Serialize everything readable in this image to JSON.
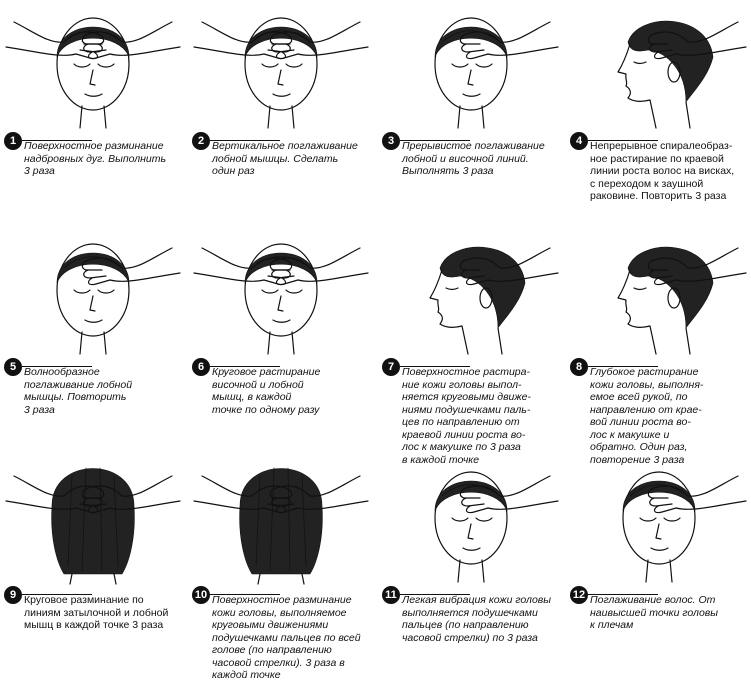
{
  "steps": [
    {
      "number": "1",
      "text": "Поверхностное разминание\nнадбровных дуг. Выполнить\n3 раза",
      "italic": true
    },
    {
      "number": "2",
      "text": "Вертикальное поглаживание\nлобной мышцы. Сделать\nодин раз",
      "italic": true
    },
    {
      "number": "3",
      "text": "Прерывистое поглаживание\nлобной и височной линий.\nВыполнять 3 раза",
      "italic": true
    },
    {
      "number": "4",
      "text": "Непрерывное спиралеобраз-\nное растирание по краевой\nлинии роста волос на висках,\nс переходом к заушной\nраковине. Повторить 3 раза",
      "italic": false
    },
    {
      "number": "5",
      "text": "Волнообразное\nпоглаживание лобной\nмышцы. Повторить\n3 раза",
      "italic": true
    },
    {
      "number": "6",
      "text": "Круговое растирание\nвисочной и лобной\nмышц, в каждой\nточке по одному разу",
      "italic": true
    },
    {
      "number": "7",
      "text": "Поверхностное растира-\nние кожи головы выпол-\nняется круговыми движе-\nниями подушечками паль-\nцев по направлению от\nкраевой линии роста во-\nлос к макушке по 3 раза\nв каждой точке",
      "italic": true
    },
    {
      "number": "8",
      "text": "Глубокое растирание\nкожи головы, выполня-\nемое всей рукой, по\nнаправлению от крае-\nвой линии роста во-\nлос к макушке и\nобратно. Один раз,\nповторение 3 раза",
      "italic": true
    },
    {
      "number": "9",
      "text": "Круговое разминание по\nлиниям затылочной и лобной\nмышц в каждой точке 3 раза",
      "italic": false
    },
    {
      "number": "10",
      "text": "Поверхностное разминание\nкожи головы, выполняемое\nкруговыми движениями\nподушечками пальцев по всей\nголове (по направлению\nчасовой стрелки). 3 раза в\nкаждой точке",
      "italic": true
    },
    {
      "number": "11",
      "text": "Легкая вибрация кожи головы\nвыполняется подушечками\nпальцев (по направлению\nчасовой стрелки) по 3 раза",
      "italic": true
    },
    {
      "number": "12",
      "text": "Поглаживание волос. От\nнаивысшей точки головы\nк плечам",
      "italic": true
    }
  ]
}
